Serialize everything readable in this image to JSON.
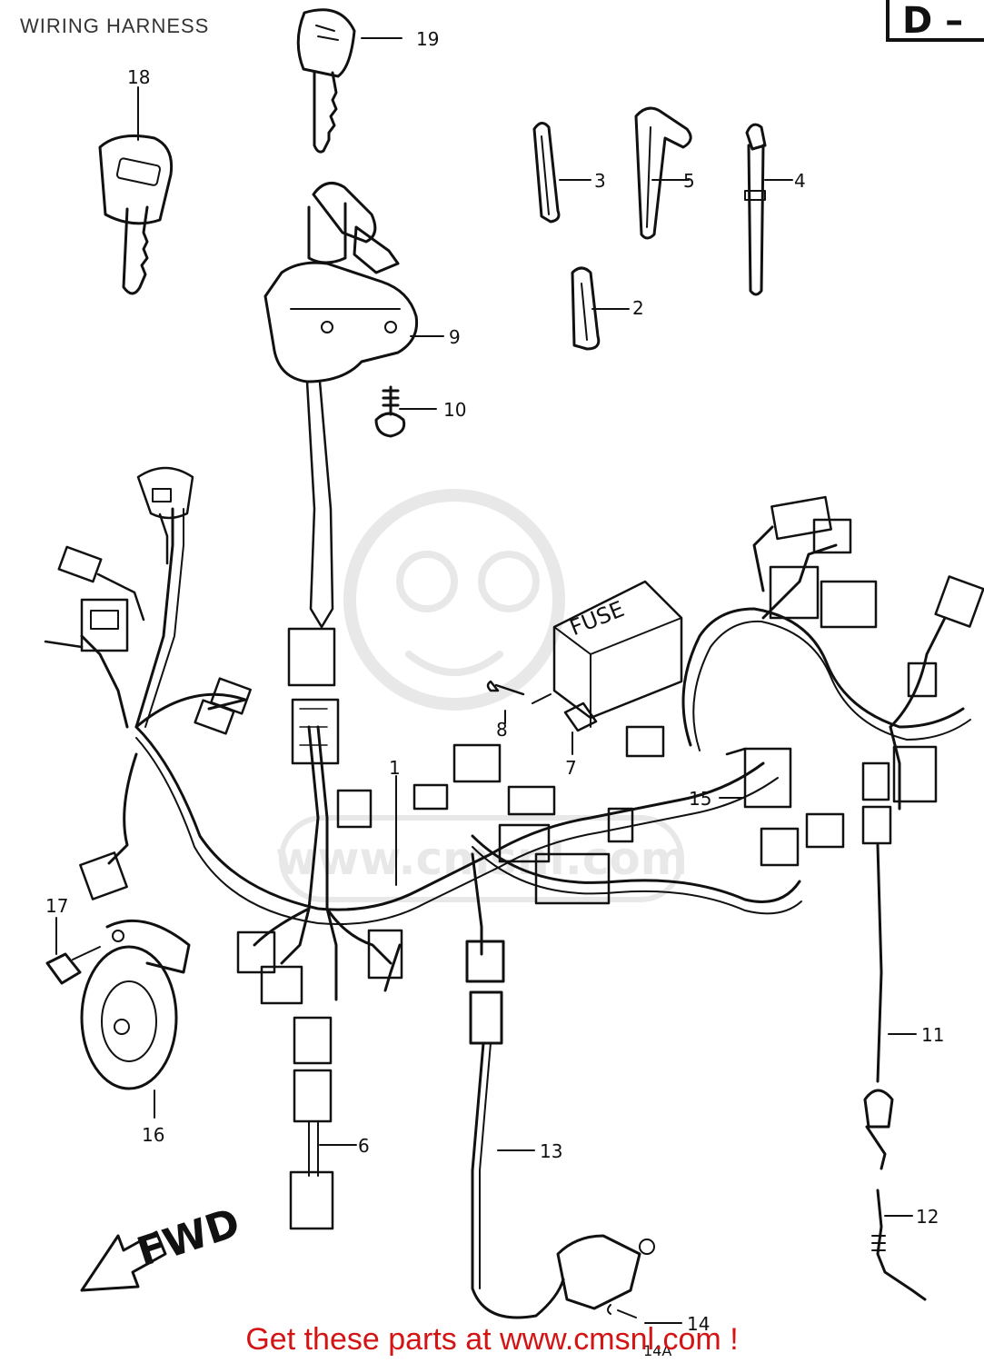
{
  "header": {
    "title": "WIRING HARNESS",
    "sheet_tag": "D –"
  },
  "footer": {
    "text": "Get these parts at www.cmsnl.com !",
    "color": "#d41414"
  },
  "watermark": {
    "text": "www.cmsnl.com"
  },
  "markings": {
    "fuse_label": "FUSE",
    "fwd_label": "FWD"
  },
  "callouts": {
    "c1": "1",
    "c2": "2",
    "c3": "3",
    "c4": "4",
    "c5": "5",
    "c6": "6",
    "c7": "7",
    "c8": "8",
    "c9": "9",
    "c10": "10",
    "c11": "11",
    "c12": "12",
    "c13": "13",
    "c14": "14",
    "c14a": "14A",
    "c15": "15",
    "c16": "16",
    "c17": "17",
    "c18": "18",
    "c19": "19"
  }
}
